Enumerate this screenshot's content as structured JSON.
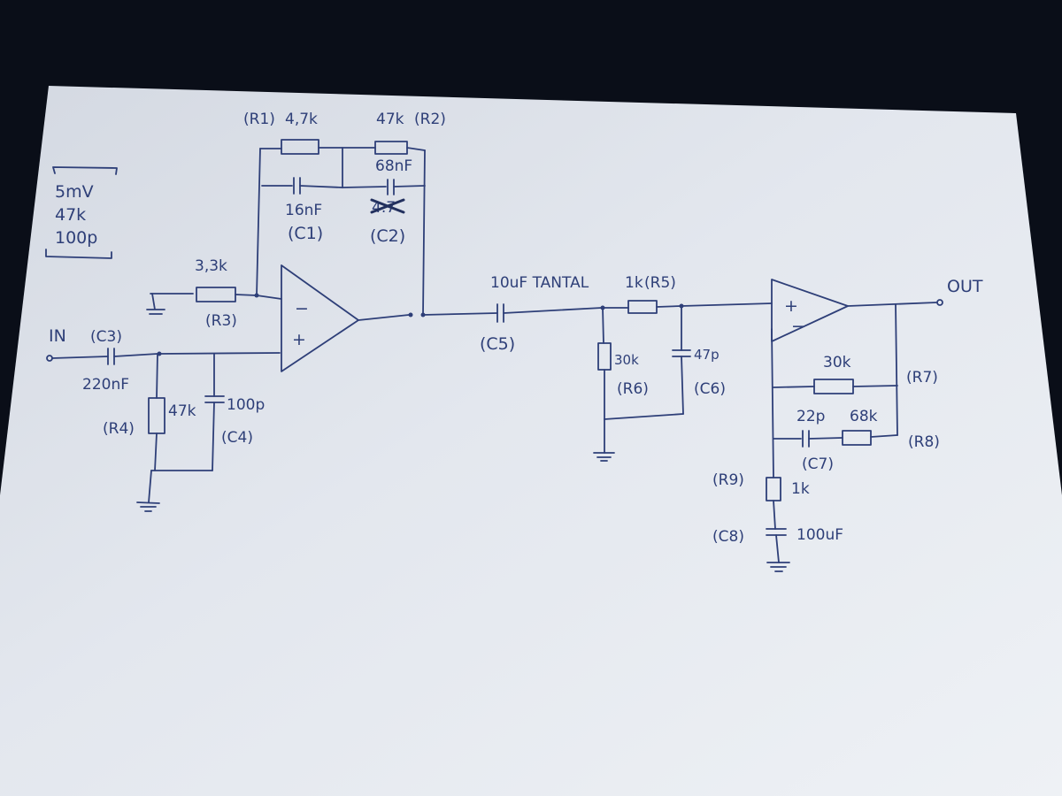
{
  "input": {
    "label": "IN"
  },
  "output": {
    "label": "OUT"
  },
  "source_spec": {
    "voltage": "5mV",
    "impedance": "47k",
    "capacitance": "100p"
  },
  "stage1": {
    "r1": {
      "ref": "(R1)",
      "value": "4,7k"
    },
    "r2": {
      "ref": "(R2)",
      "value": "47k"
    },
    "c1": {
      "ref": "(C1)",
      "value": "16nF"
    },
    "c2": {
      "ref": "(C2)",
      "value": "68nF"
    },
    "r3": {
      "ref": "(R3)",
      "value": "3,3k"
    },
    "c3": {
      "ref": "(C3)",
      "value": "220nF"
    },
    "r4": {
      "ref": "(R4)",
      "value": "47k"
    },
    "c4": {
      "ref": "(C4)",
      "value": "100p"
    }
  },
  "coupling": {
    "c5": {
      "ref": "(C5)",
      "value": "10uF TANTAL"
    }
  },
  "filter": {
    "r5": {
      "ref": "(R5)",
      "value": "1k"
    },
    "r6": {
      "ref": "(R6)",
      "value": "30k"
    },
    "c6": {
      "ref": "(C6)",
      "value": "47p"
    }
  },
  "stage2": {
    "r7": {
      "ref": "(R7)",
      "value": "30k"
    },
    "c7": {
      "ref": "(C7)",
      "value": "22p"
    },
    "r8": {
      "ref": "(R8)",
      "value": "68k"
    },
    "r9": {
      "ref": "(R9)",
      "value": "1k"
    },
    "c8": {
      "ref": "(C8)",
      "value": "100uF"
    }
  },
  "opamp_pins": {
    "minus": "−",
    "plus": "+"
  },
  "colors": {
    "ink": "#2e3f78",
    "paper": "#e4e8ee",
    "background": "#0a0e18"
  }
}
